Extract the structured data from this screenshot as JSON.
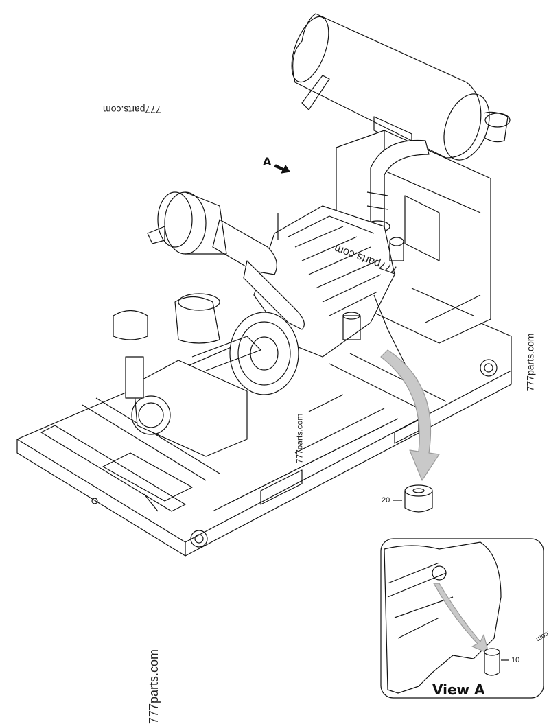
{
  "watermarks": {
    "top_left": "777parts.com",
    "right_edge": "777parts.com",
    "bottom_left": "777parts.com",
    "center": "777parts.com",
    "engine": "777parts.com",
    "far_right": "s.com"
  },
  "view_marker": {
    "letter": "A"
  },
  "callouts": {
    "filter_main": "20",
    "filter_view_a": "10"
  },
  "detail_view": {
    "title": "View A"
  }
}
